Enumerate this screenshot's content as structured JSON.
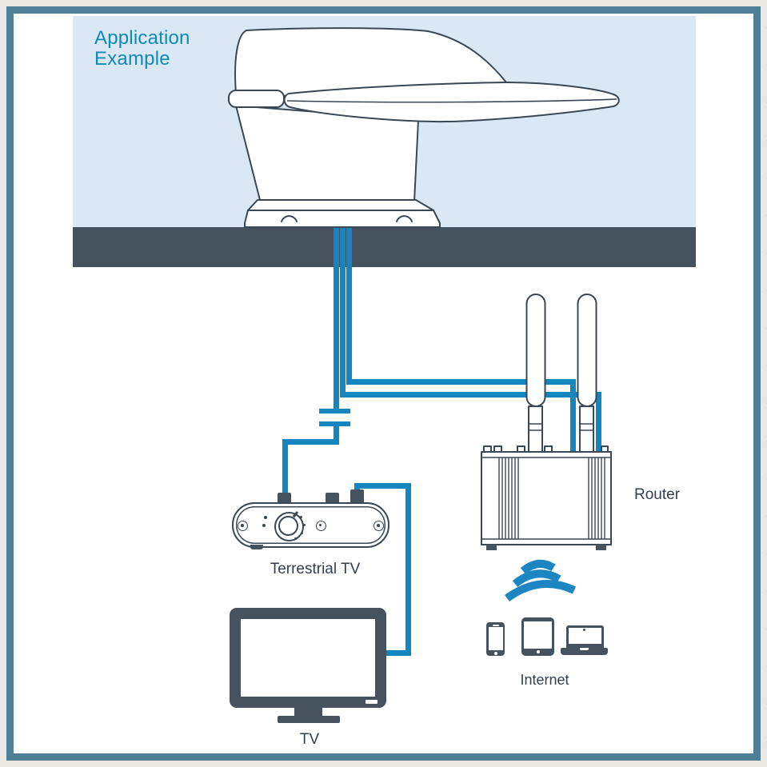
{
  "title": {
    "line1": "Application",
    "line2": "Example"
  },
  "labels": {
    "terrestrial_tv": "Terrestrial TV",
    "router": "Router",
    "tv": "TV",
    "internet": "Internet"
  },
  "colors": {
    "panel": "#d9e8f4",
    "roof": "#46535f",
    "cable": "#1585bf",
    "outline": "#3a4754",
    "device": "#46535f",
    "frame": "#4d7e96",
    "paper": "#eae6e1",
    "speckle1": "#d9d4cc",
    "speckle2": "#cfc9c0",
    "title": "#1089bb",
    "label": "#333f4c",
    "wifi": "#1b86c2"
  },
  "diagram": {
    "nodes": [
      {
        "id": "roof-antenna",
        "type": "roof-mounted-antenna",
        "label": ""
      },
      {
        "id": "dc-isolator",
        "type": "isolator-symbol",
        "label": ""
      },
      {
        "id": "terrestrial-tv-unit",
        "type": "signal-amplifier",
        "label": "Terrestrial TV"
      },
      {
        "id": "tv",
        "type": "television",
        "label": "TV"
      },
      {
        "id": "router",
        "type": "wifi-router",
        "label": "Router"
      },
      {
        "id": "internet-devices",
        "type": "phone-tablet-laptop",
        "label": "Internet"
      }
    ],
    "connections": [
      {
        "from": "roof-antenna",
        "to": "dc-isolator",
        "via": "coax-cable"
      },
      {
        "from": "dc-isolator",
        "to": "terrestrial-tv-unit",
        "via": "coax-cable"
      },
      {
        "from": "terrestrial-tv-unit",
        "to": "tv",
        "via": "coax-cable"
      },
      {
        "from": "roof-antenna",
        "to": "router",
        "via": "coax-cable-1"
      },
      {
        "from": "roof-antenna",
        "to": "router",
        "via": "coax-cable-2"
      },
      {
        "from": "router",
        "to": "internet-devices",
        "via": "wifi-signal"
      }
    ]
  }
}
